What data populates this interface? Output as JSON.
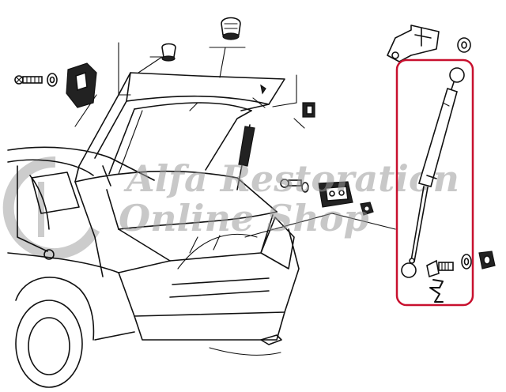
{
  "watermark": {
    "line1": "Alfa Restoration",
    "line2": "Online Shop",
    "color": "#9a9a9a"
  },
  "highlight": {
    "color": "#c8102e",
    "part": "tailgate-gas-strut"
  },
  "icons": [
    "bolt-icon",
    "washer-icon",
    "nut-icon",
    "bracket-icon",
    "plug-icon",
    "clip-icon"
  ]
}
